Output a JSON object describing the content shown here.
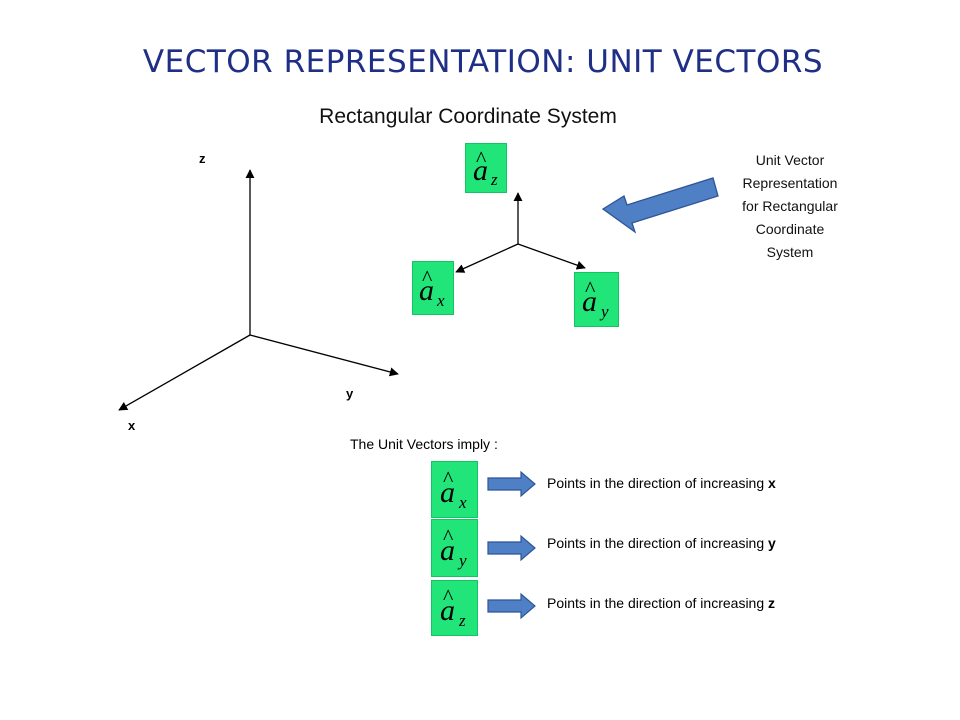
{
  "title": "VECTOR REPRESENTATION: UNIT VECTORS",
  "subtitle": "Rectangular Coordinate System",
  "axes": {
    "z": "z",
    "y": "y",
    "x": "x"
  },
  "unit_vectors": {
    "hat": "^",
    "base": "a",
    "x_sub": "x",
    "y_sub": "y",
    "z_sub": "z"
  },
  "side_note": "Unit Vector\nRepresentation\nfor Rectangular\nCoordinate\nSystem",
  "implies": {
    "heading": "The Unit Vectors imply :",
    "prefix": "Points in the direction of increasing",
    "items": [
      "x",
      "y",
      "z"
    ]
  },
  "colors": {
    "title": "#1f2f86",
    "unit_box": "#22e57a",
    "block_arrow": "#4f7fc4"
  }
}
